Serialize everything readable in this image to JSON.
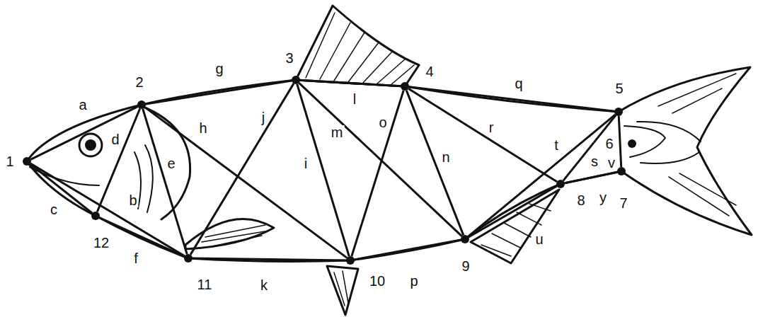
{
  "diagram": {
    "nodes": [
      {
        "text": [
          "1"
        ]
      },
      {
        "text": [
          "2"
        ]
      },
      {
        "text": [
          "3"
        ]
      },
      {
        "text": [
          "4"
        ]
      },
      {
        "text": [
          "5"
        ]
      },
      {
        "text": [
          "6"
        ]
      },
      {
        "text": [
          "7"
        ]
      },
      {
        "text": [
          "8"
        ]
      },
      {
        "text": [
          "9"
        ]
      },
      {
        "text": [
          "10"
        ]
      },
      {
        "text": [
          "11"
        ]
      },
      {
        "text": [
          "12"
        ]
      }
    ],
    "edges": [
      {
        "from": 0,
        "to": 1,
        "arrow": "none",
        "label": "a"
      },
      {
        "from": 0,
        "to": 10,
        "arrow": "none",
        "label": "b"
      },
      {
        "from": 0,
        "to": 11,
        "arrow": "none",
        "label": "c"
      },
      {
        "from": 1,
        "to": 11,
        "arrow": "none",
        "label": "d"
      },
      {
        "from": 1,
        "to": 10,
        "arrow": "none",
        "label": "e"
      },
      {
        "from": 11,
        "to": 10,
        "arrow": "none",
        "label": "f"
      },
      {
        "from": 1,
        "to": 2,
        "arrow": "none",
        "label": "g"
      },
      {
        "from": 1,
        "to": 9,
        "arrow": "none",
        "label": "h"
      },
      {
        "from": 2,
        "to": 9,
        "arrow": "none",
        "label": "i"
      },
      {
        "from": 2,
        "to": 10,
        "arrow": "none",
        "label": "j"
      },
      {
        "from": 10,
        "to": 9,
        "arrow": "none",
        "label": "k"
      },
      {
        "from": 2,
        "to": 3,
        "arrow": "none",
        "label": "l"
      },
      {
        "from": 2,
        "to": 8,
        "arrow": "none",
        "label": "m"
      },
      {
        "from": 3,
        "to": 8,
        "arrow": "none",
        "label": "n"
      },
      {
        "from": 3,
        "to": 9,
        "arrow": "none",
        "label": "o"
      },
      {
        "from": 9,
        "to": 8,
        "arrow": "none",
        "label": "p"
      },
      {
        "from": 3,
        "to": 4,
        "arrow": "none",
        "label": "q"
      },
      {
        "from": 3,
        "to": 7,
        "arrow": "none",
        "label": "r"
      },
      {
        "from": 7,
        "to": 4,
        "arrow": "none",
        "label": "s"
      },
      {
        "from": 8,
        "to": 4,
        "arrow": "none",
        "label": "t"
      },
      {
        "from": 8,
        "to": 7,
        "arrow": "none",
        "label": "u"
      },
      {
        "from": 4,
        "to": 6,
        "arrow": "none",
        "label": "v"
      },
      {
        "from": 7,
        "to": 6,
        "arrow": "none",
        "label": "y"
      }
    ]
  }
}
